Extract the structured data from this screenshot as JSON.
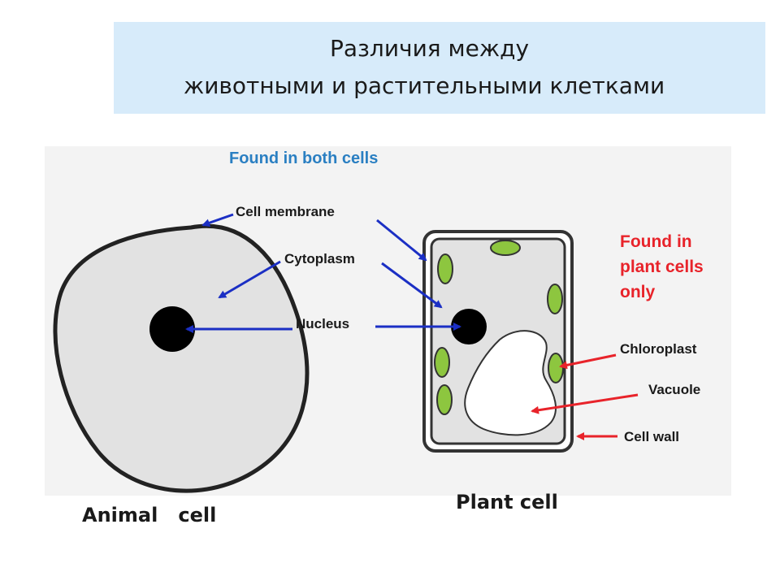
{
  "title": {
    "line1": "Различия между",
    "line2": "животными и растительными клетками"
  },
  "labels": {
    "found_both": "Found in both cells",
    "cell_membrane": "Cell membrane",
    "cytoplasm": "Cytoplasm",
    "nucleus": "Nucleus",
    "found_plant_only": "Found in\nplant cells\nonly",
    "chloroplast": "Chloroplast",
    "vacuole": "Vacuole",
    "cell_wall": "Cell wall"
  },
  "captions": {
    "animal": "Animal   cell",
    "plant": "Plant cell"
  },
  "colors": {
    "title_background": "#d7ebfa",
    "shared_arrows": "#1b2fc4",
    "plant_only_arrows": "#e8232a",
    "shared_heading": "#2a7fc2",
    "plant_only_heading": "#e8232a",
    "cytoplasm": "#e2e2e2",
    "nucleus": "#000000",
    "chloroplast": "#8dc63f"
  }
}
